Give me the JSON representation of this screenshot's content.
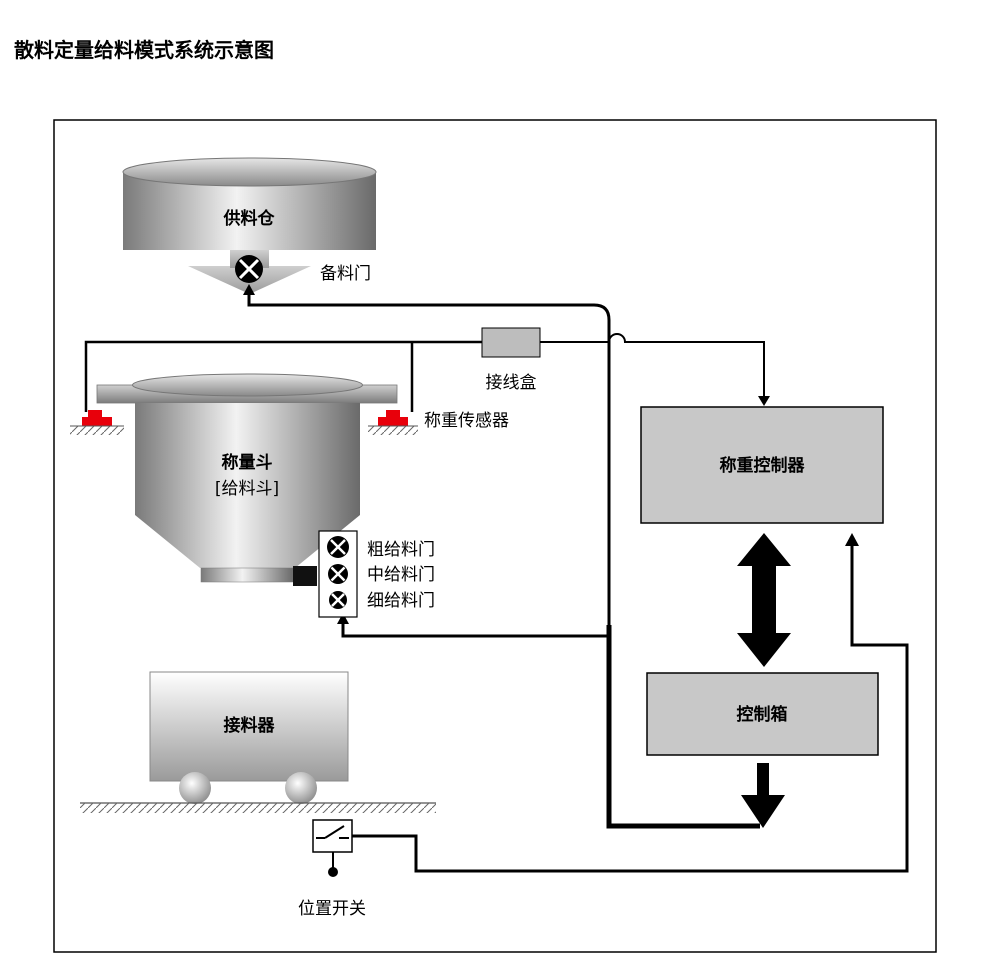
{
  "title": "散料定量给料模式系统示意图",
  "labels": {
    "supply_bin": "供料仓",
    "standby_gate": "备料门",
    "junction_box": "接线盒",
    "load_sensor": "称重传感器",
    "hopper_line1": "称量斗",
    "hopper_line2": "[给料斗]",
    "coarse_gate": "粗给料门",
    "medium_gate": "中给料门",
    "fine_gate": "细给料门",
    "receiver": "接料器",
    "weigh_controller": "称重控制器",
    "control_box": "控制箱",
    "position_switch": "位置开关"
  },
  "colors": {
    "sensor": "#e8000b",
    "box_fill": "#c8c8c8",
    "line": "#000000",
    "junction_fill": "#bdbdbd"
  }
}
